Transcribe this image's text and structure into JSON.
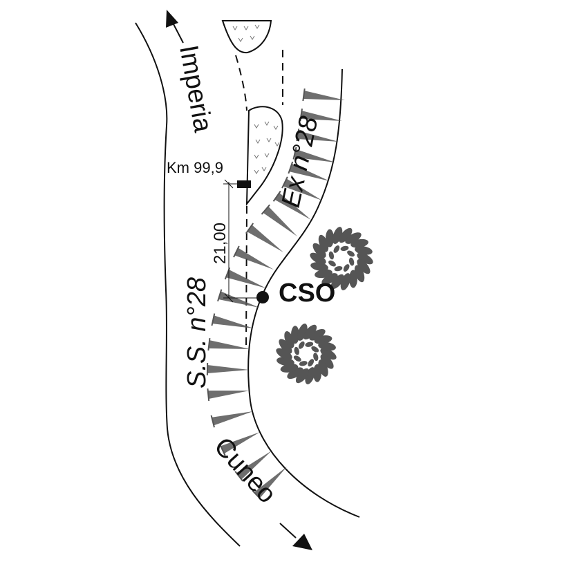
{
  "labels": {
    "imperia": "Imperia",
    "cuneo": "Cuneo",
    "ex_road": "Ex n°28",
    "ss_road": "S.S. n°28",
    "km": "Km 99,9",
    "distance": "21,00",
    "station": "CSO"
  },
  "colors": {
    "line": "#111111",
    "hatch": "#555555",
    "tree": "#555555",
    "grass": "#777777"
  },
  "icons": [
    "arrow-north-icon",
    "arrow-south-icon",
    "tree-icon",
    "km-marker-icon",
    "station-point-icon"
  ]
}
